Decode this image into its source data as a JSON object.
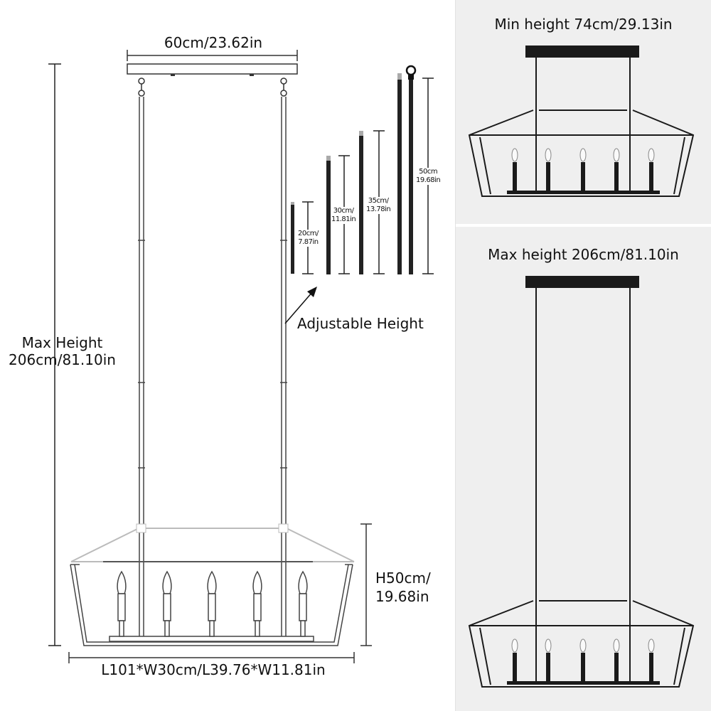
{
  "left_diagram": {
    "canopy_width_label": "60cm/23.62in",
    "max_height_label_line1": "Max  Height",
    "max_height_label_line2": "206cm/81.10in",
    "adjustable_label": "Adjustable Height",
    "body_height_label_line1": "H50cm/",
    "body_height_label_line2": "19.68in",
    "body_dimensions_label": "L101*W30cm/L39.76*W11.81in",
    "bulb_count": 5,
    "rods": [
      {
        "line1": "20cm/",
        "line2": "7.87in"
      },
      {
        "line1": "30cm/",
        "line2": "11.81in"
      },
      {
        "line1": "35cm/",
        "line2": "13.78in"
      },
      {
        "line1": "50cm",
        "line2": "19.68in"
      }
    ]
  },
  "right_panels": {
    "min": {
      "title": "Min height 74cm/29.13in"
    },
    "max": {
      "title": "Max height 206cm/81.10in"
    }
  },
  "colors": {
    "line": "#222222",
    "light_line": "#bdbdbd",
    "panel_bg": "#efefef",
    "fixture_black": "#1a1a1a"
  }
}
